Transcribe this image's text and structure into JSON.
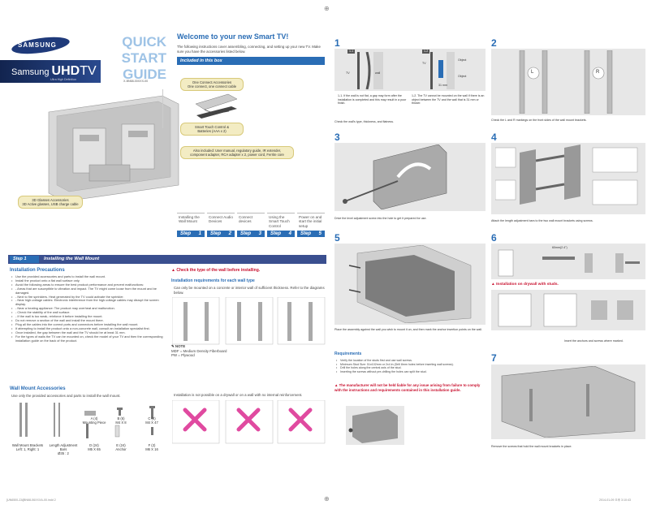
{
  "cover": {
    "samsung_logo": "SAMSUNG",
    "quick_start_line1": "QUICK START",
    "quick_start_line2": "GUIDE",
    "brand_prefix": "Samsung",
    "brand_uhd": "UHD",
    "brand_tv": "TV",
    "tagline": "Ultra High Definition",
    "part_code": "X-BN68-00XXX-00",
    "callout_remote": "One Connect Accessories\nOne connect, one connect cable",
    "callout_smart_touch": "Smart Touch Control &\nBatteries (AAA x 2)",
    "callout_also": "Also included: User manual, regulatory guide, IR extender,\ncomponent adapter, RCA adapter x 2, power cord, Ferrite core",
    "callout_3d": "3D Glasses Accessories\n3D Active glasses, USB charge cable"
  },
  "welcome": {
    "title": "Welcome to your new Smart TV!",
    "intro": "The following instructions cover assembling, connecting, and setting up your new TV. Make sure you have the accessories listed below.",
    "included_header": "Included in this box"
  },
  "steps": [
    {
      "text": "Installing the Wall Mount",
      "label": "Step",
      "num": "1"
    },
    {
      "text": "Connect Audio Devices",
      "label": "Step",
      "num": "2"
    },
    {
      "text": "Connect devices",
      "label": "Step",
      "num": "3"
    },
    {
      "text": "Using the Smart Touch Control",
      "label": "Step",
      "num": "4"
    },
    {
      "text": "Power on and start the initial setup",
      "label": "Step",
      "num": "5"
    }
  ],
  "step1_bar": {
    "label": "Step 1",
    "title": "Installing the Wall Mount"
  },
  "precautions": {
    "title": "Installation Precautions",
    "items": [
      "Use the provided accessories and parts to install the wall mount.",
      "Install the product onto a flat wall surface only.",
      "Avoid the following areas to ensure the best product performance and prevent malfunctions:",
      "- Areas that are susceptible to vibration and impact. The TV might come loose from the mount and be damaged.",
      "- Next to fire sprinklers. Heat generated by the TV could activate the sprinkler.",
      "- Near high-voltage cables: Electronic interference from the high-voltage cables may disrupt the screen display.",
      "- Near a heating appliance: The product may overheat and malfunction.",
      "- Check the stability of the wall surface.",
      "- If the wall is too weak, reinforce it before installing the mount.",
      "Do not remove a section of the wall and install the mount there.",
      "Plug all the cables into the correct ports and connectors before installing the wall mount.",
      "If attempting to install the product onto a non-concrete wall, consult an installation specialist first.",
      "Once installed, the gap between the wall and the TV should be at least 31 mm.",
      "For the types of walls the TV can be mounted on, check the model of your TV and then the corresponding installation guide on the back of the product."
    ]
  },
  "accessories": {
    "title": "Wall Mount Accessories",
    "subtitle": "Use only the provided accessories and parts to install the wall mount.",
    "parts": [
      {
        "name": "Wall Mount Brackets",
        "detail": "Left: 1, Right: 1"
      },
      {
        "name": "Length Adjustment Bars",
        "detail": "Ø35 : 2"
      },
      {
        "name": "A (4)",
        "detail": "Mounting Piece"
      },
      {
        "name": "B (6)",
        "detail": "M4 X 8"
      },
      {
        "name": "C (4)",
        "detail": "M4 X 47"
      },
      {
        "name": "D (24)",
        "detail": "M5 X 65"
      },
      {
        "name": "E (24)",
        "detail": "Anchor"
      },
      {
        "name": "F (2)",
        "detail": "M6 X 16"
      }
    ]
  },
  "wall_check": {
    "warning": "Check the type of the wall before installing.",
    "req_title": "Installation requirements for each wall type",
    "req_item": "Can only be mounted on a concrete or interior wall of sufficient thickness. Refer to the diagrams below.",
    "note_label": "NOTE",
    "note_mdf": "MDF = Medium Density Fiberboard",
    "note_pw": "PW = Plywood",
    "not_possible": "Installation is not possible on a drywall or on a wall with no internal reinforcement."
  },
  "panel1": {
    "num": "1",
    "tv": "TV",
    "wall": "wall",
    "object1": "Object",
    "object2": "Object",
    "gap": "31 mm",
    "tag_a": "1-1",
    "tag_b": "1-2",
    "note_a": "1-1. If the wall is not flat, a gap may form after the installation is completed and this may result in a poor finish.",
    "note_b": "1-2. The TV cannot be mounted on the wall if there is an object between the TV and the wall that is 31 mm or thicker.",
    "footer": "Check the wall's type, thickness, and flatness."
  },
  "panel2": {
    "num": "2",
    "left": "L",
    "right": "R",
    "caption": "Check the L and R markings on the front sides of the wall mount brackets."
  },
  "panel3": {
    "num": "3",
    "caption": "Drive the level adjustment screw into the hole to get it prepared for use."
  },
  "panel4": {
    "num": "4",
    "caption": "Attach the length adjustment bars to the two wall mount brackets using screws."
  },
  "panel5": {
    "num": "5",
    "caption": "Place the assembly against the wall you wish to mount it on, and then mark the anchor insertion points on the wall.",
    "req_title": "Requirements",
    "req_items": [
      "Verify the location of the studs first and use wall screws.",
      "Minimum Stud Size: 51x102mm or 2x4 in (Drill 8mm holes before inserting wall screws).",
      "Drill the holes along the central axis of the stud.",
      "Inserting the screws without pre-drilling the holes can split the stud."
    ],
    "warning": "The manufacturer will not be held liable for any issue arising from failure to comply with the instructions and requirements contained in this installation guide."
  },
  "panel6": {
    "num": "6",
    "depth": "60mm(2.4\")",
    "drywall": "Installation on drywall with studs.",
    "caption": "Insert the anchors and screws where marked."
  },
  "panel7": {
    "num": "7",
    "caption": "Remove the screws that hold the wall mount brackets in place."
  },
  "footer": {
    "left": "[UN6500-ZA]BN68-06XXXA-00.indd 2",
    "right": "2014-01-09  오후 3:10:43"
  },
  "colors": {
    "accent": "#2a6db5",
    "navy": "#1f3a7a",
    "warning": "#c8102e"
  }
}
